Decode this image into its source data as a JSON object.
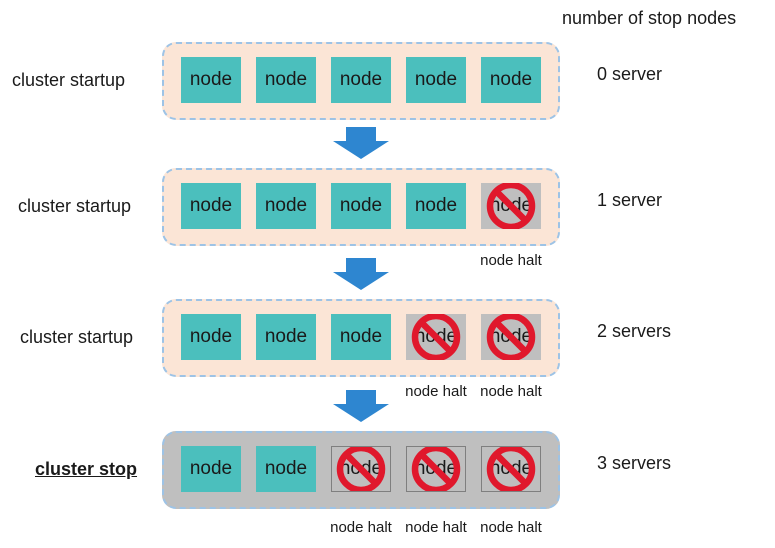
{
  "header": {
    "count_title": "number of stop nodes"
  },
  "colors": {
    "node_active": "#4bbfbd",
    "node_halted": "#bfbfbf",
    "cluster_running_bg": "#fbe5d6",
    "cluster_stopped_bg": "#bfbfbf",
    "dashed_border": "#9dc3e6",
    "arrow": "#2e86d0",
    "prohibition": "#e0182c"
  },
  "icons": {
    "halt": "prohibition-icon",
    "transition": "down-arrow-icon"
  },
  "stages": [
    {
      "label": "cluster startup",
      "state": "running",
      "count": "0 server",
      "nodes": [
        {
          "text": "node",
          "status": "active",
          "halt_label": ""
        },
        {
          "text": "node",
          "status": "active",
          "halt_label": ""
        },
        {
          "text": "node",
          "status": "active",
          "halt_label": ""
        },
        {
          "text": "node",
          "status": "active",
          "halt_label": ""
        },
        {
          "text": "node",
          "status": "active",
          "halt_label": ""
        }
      ]
    },
    {
      "label": "cluster startup",
      "state": "running",
      "count": "1 server",
      "nodes": [
        {
          "text": "node",
          "status": "active",
          "halt_label": ""
        },
        {
          "text": "node",
          "status": "active",
          "halt_label": ""
        },
        {
          "text": "node",
          "status": "active",
          "halt_label": ""
        },
        {
          "text": "node",
          "status": "active",
          "halt_label": ""
        },
        {
          "text": "node",
          "status": "halted",
          "halt_label": "node halt"
        }
      ]
    },
    {
      "label": "cluster startup",
      "state": "running",
      "count": "2 servers",
      "nodes": [
        {
          "text": "node",
          "status": "active",
          "halt_label": ""
        },
        {
          "text": "node",
          "status": "active",
          "halt_label": ""
        },
        {
          "text": "node",
          "status": "active",
          "halt_label": ""
        },
        {
          "text": "node",
          "status": "halted",
          "halt_label": "node halt"
        },
        {
          "text": "node",
          "status": "halted",
          "halt_label": "node halt"
        }
      ]
    },
    {
      "label": "cluster stop",
      "state": "stopped",
      "count": "3 servers",
      "nodes": [
        {
          "text": "node",
          "status": "active",
          "halt_label": ""
        },
        {
          "text": "node",
          "status": "active",
          "halt_label": ""
        },
        {
          "text": "node",
          "status": "halted",
          "halt_label": "node halt"
        },
        {
          "text": "node",
          "status": "halted",
          "halt_label": "node halt"
        },
        {
          "text": "node",
          "status": "halted",
          "halt_label": "node halt"
        }
      ]
    }
  ]
}
